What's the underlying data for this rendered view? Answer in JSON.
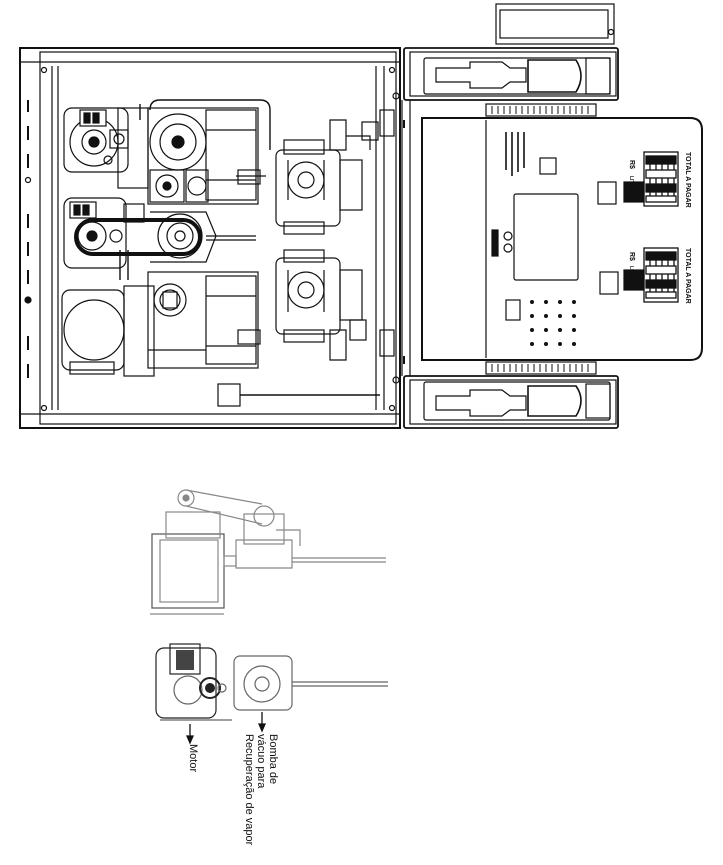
{
  "panel": {
    "total_a_pagar_label": "TOTAL A PAGAR",
    "currency_label": "R$",
    "litros_label": "LITROS"
  },
  "labels": {
    "motor": "Motor",
    "bomba_line1": "Bomba de",
    "bomba_line2": "vácuo para",
    "bomba_line3": "Recuperação de vapor"
  }
}
